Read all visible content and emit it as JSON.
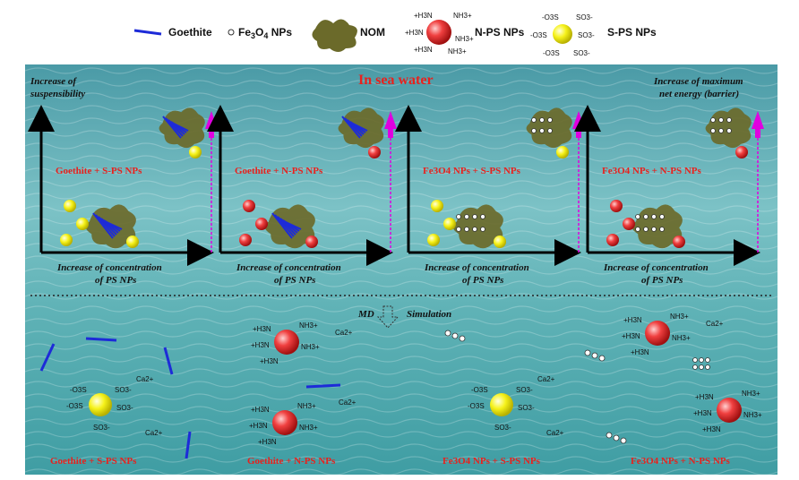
{
  "legend": {
    "goethite": "Goethite",
    "fe3o4_prefix": "Fe",
    "fe3o4_sub1": "3",
    "fe3o4_mid": "O",
    "fe3o4_sub2": "4",
    "fe3o4_suffix": " NPs",
    "nom": "NOM",
    "nps_label": "N-PS NPs",
    "sps_label": "S-PS NPs",
    "nh3": "NH3+",
    "h3n": "+H3N",
    "so3": "SO3-",
    "o3s": "-O3S"
  },
  "scene": {
    "y_axis_label_1": "Increase of",
    "y_axis_label_2": "suspensibility",
    "title": "In sea water",
    "energy_label_1": "Increase of  maximum",
    "energy_label_2": "net energy (barrier)",
    "x_axis_label_1": "Increase of concentration",
    "x_axis_label_2": "of PS NPs",
    "md": "MD",
    "simulation": "Simulation",
    "ca": "Ca2+",
    "nh3": "NH3+",
    "h3n": "+H3N",
    "so3": "SO3-",
    "o3s": "-O3S",
    "panels": [
      {
        "label": "Goethite + S-PS NPs"
      },
      {
        "label": "Goethite + N-PS NPs"
      },
      {
        "label": "Fe3O4 NPs + S-PS NPs"
      },
      {
        "label": "Fe3O4 NPs + N-PS NPs"
      }
    ],
    "bottom_labels": [
      "Goethite + S-PS NPs",
      "Goethite + N-PS NPs",
      "Fe3O4 NPs + S-PS NPs",
      "Fe3O4 NPs + N-PS NPs"
    ]
  },
  "colors": {
    "water_top": "#4a9aa6",
    "water_mid": "#6ab8bf",
    "water_bottom": "#3f9da3",
    "red_text": "#e8211d",
    "magenta": "#e000e0",
    "goethite": "#1d2bd8",
    "nom": "#6b6a2a",
    "sps": "#f6f21a",
    "nps": "#e8383a"
  }
}
